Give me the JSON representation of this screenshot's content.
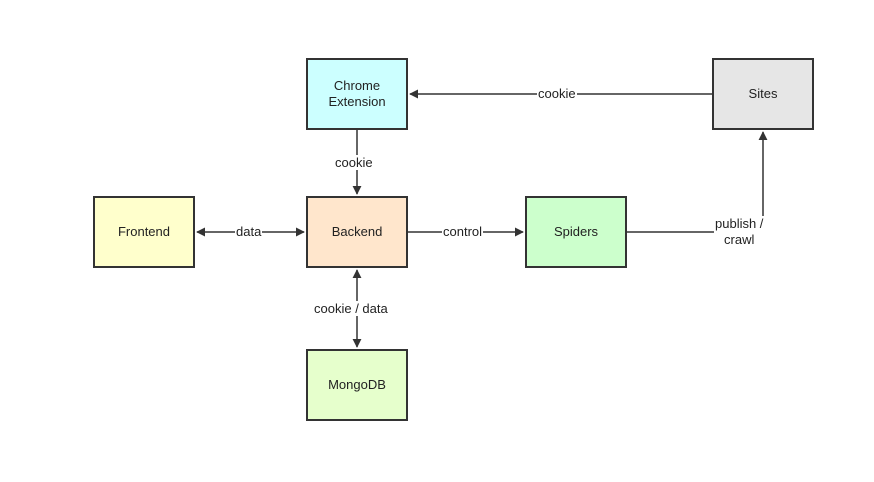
{
  "diagram": {
    "nodes": [
      {
        "id": "chrome",
        "label": "Chrome\nExtension",
        "fill": "#ccffff"
      },
      {
        "id": "sites",
        "label": "Sites",
        "fill": "#e6e6e6"
      },
      {
        "id": "frontend",
        "label": "Frontend",
        "fill": "#ffffcc"
      },
      {
        "id": "backend",
        "label": "Backend",
        "fill": "#ffe6cc"
      },
      {
        "id": "spiders",
        "label": "Spiders",
        "fill": "#ccffcc"
      },
      {
        "id": "mongodb",
        "label": "MongoDB",
        "fill": "#e6ffcc"
      }
    ],
    "edges": [
      {
        "from": "sites",
        "to": "chrome",
        "label": "cookie",
        "direction": "one-way"
      },
      {
        "from": "chrome",
        "to": "backend",
        "label": "cookie",
        "direction": "one-way"
      },
      {
        "from": "frontend",
        "to": "backend",
        "label": "data",
        "direction": "two-way"
      },
      {
        "from": "backend",
        "to": "spiders",
        "label": "control",
        "direction": "one-way"
      },
      {
        "from": "spiders",
        "to": "sites",
        "label": "publish /\ncrawl",
        "direction": "one-way"
      },
      {
        "from": "backend",
        "to": "mongodb",
        "label": "cookie / data",
        "direction": "two-way"
      }
    ],
    "stroke_color": "#333333"
  }
}
